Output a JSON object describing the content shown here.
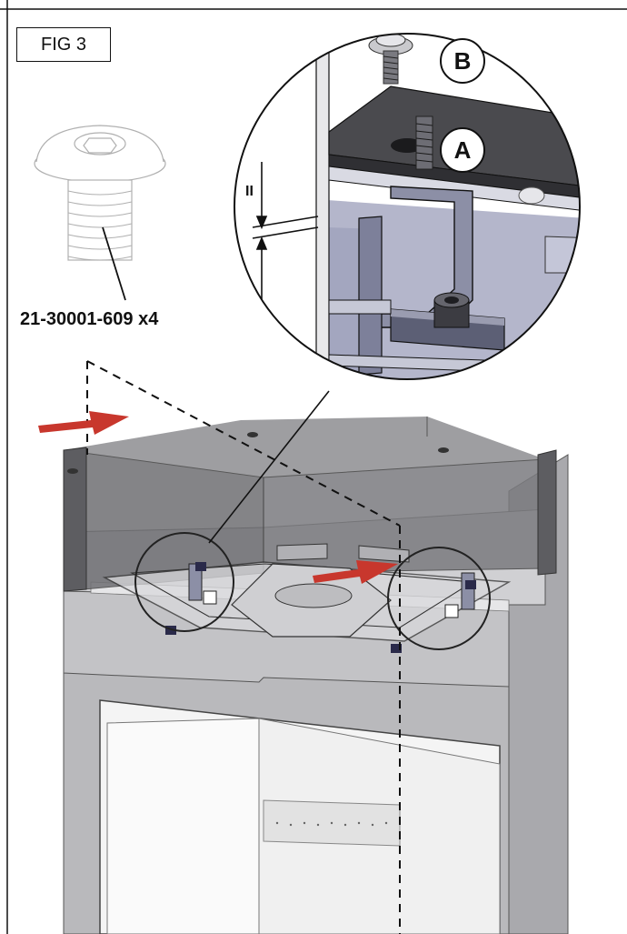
{
  "figure": {
    "label": "FIG 3",
    "part_number": "21-30001-609 x4",
    "callouts": {
      "a": "A",
      "b": "B"
    },
    "gap_label": "II"
  },
  "colors": {
    "panel_dark": "#6f6f73",
    "panel_mid": "#9a9a9e",
    "panel_light": "#c9c9cc",
    "bracket_fill": "#8c8fa6",
    "arrow_red": "#c8372d",
    "line": "#111111"
  },
  "icons": [
    "screw-icon",
    "direction-arrow-icon"
  ]
}
